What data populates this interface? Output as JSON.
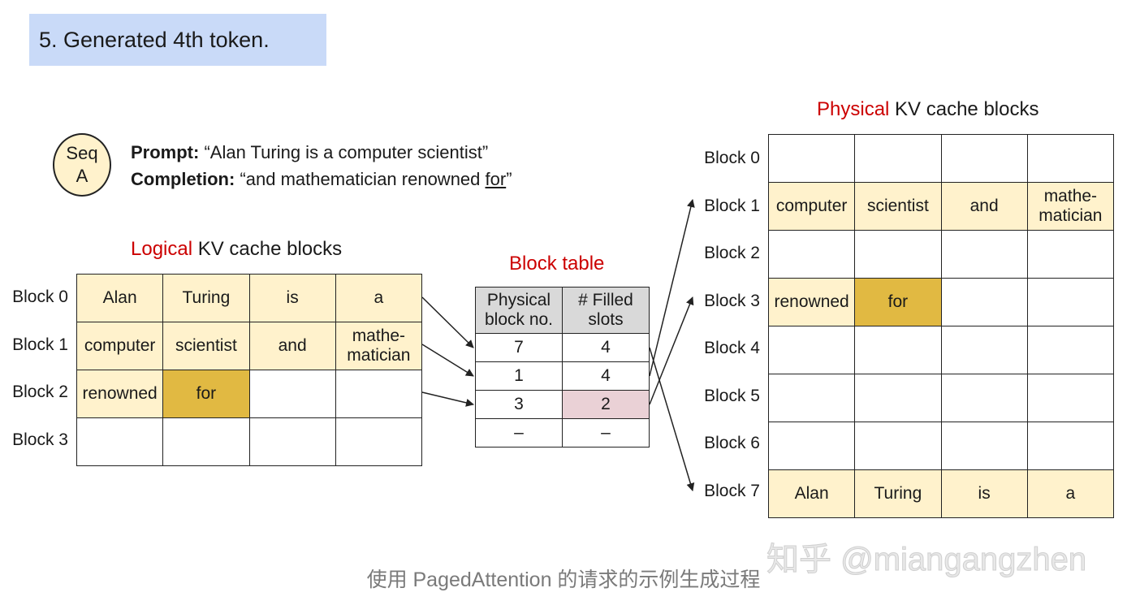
{
  "step_title": "5. Generated 4th token.",
  "seq": {
    "line1": "Seq",
    "line2": "A"
  },
  "prompt": {
    "label": "Prompt:",
    "text": "“Alan Turing is a computer scientist”"
  },
  "completion": {
    "label": "Completion:",
    "text_before": "“and mathematician renowned ",
    "underlined": "for",
    "text_after": "”"
  },
  "logical": {
    "title_highlight": "Logical",
    "title_rest": " KV cache blocks",
    "row_labels": [
      "Block 0",
      "Block 1",
      "Block 2",
      "Block 3"
    ],
    "rows": [
      [
        "Alan",
        "Turing",
        "is",
        "a"
      ],
      [
        "computer",
        "scientist",
        "and",
        "mathe-\nmatician"
      ],
      [
        "renowned",
        "for",
        "",
        ""
      ],
      [
        "",
        "",
        "",
        ""
      ]
    ],
    "cell_state": [
      [
        "filled",
        "filled",
        "filled",
        "filled"
      ],
      [
        "filled",
        "filled",
        "filled",
        "filled"
      ],
      [
        "filled",
        "current",
        "empty",
        "empty"
      ],
      [
        "empty",
        "empty",
        "empty",
        "empty"
      ]
    ]
  },
  "block_table": {
    "title": "Block table",
    "headers": [
      "Physical block no.",
      "# Filled slots"
    ],
    "rows": [
      [
        "7",
        "4"
      ],
      [
        "1",
        "4"
      ],
      [
        "3",
        "2"
      ],
      [
        "–",
        "–"
      ]
    ]
  },
  "physical": {
    "title_highlight": "Physical",
    "title_rest": " KV cache blocks",
    "row_labels": [
      "Block 0",
      "Block 1",
      "Block 2",
      "Block 3",
      "Block 4",
      "Block 5",
      "Block 6",
      "Block 7"
    ],
    "rows": [
      [
        "",
        "",
        "",
        ""
      ],
      [
        "computer",
        "scientist",
        "and",
        "mathe-\nmatician"
      ],
      [
        "",
        "",
        "",
        ""
      ],
      [
        "renowned",
        "for",
        "",
        ""
      ],
      [
        "",
        "",
        "",
        ""
      ],
      [
        "",
        "",
        "",
        ""
      ],
      [
        "",
        "",
        "",
        ""
      ],
      [
        "Alan",
        "Turing",
        "is",
        "a"
      ]
    ],
    "cell_state": [
      [
        "empty",
        "empty",
        "empty",
        "empty"
      ],
      [
        "filled",
        "filled",
        "filled",
        "filled"
      ],
      [
        "empty",
        "empty",
        "empty",
        "empty"
      ],
      [
        "filled",
        "current",
        "empty",
        "empty"
      ],
      [
        "empty",
        "empty",
        "empty",
        "empty"
      ],
      [
        "empty",
        "empty",
        "empty",
        "empty"
      ],
      [
        "empty",
        "empty",
        "empty",
        "empty"
      ],
      [
        "filled",
        "filled",
        "filled",
        "filled"
      ]
    ]
  },
  "caption": "使用 PagedAttention 的请求的示例生成过程",
  "watermark": "知乎 @miangangzhen",
  "colors": {
    "filled": "#fff2cc",
    "current": "#e1b942",
    "pink": "#ead1d6",
    "header": "#d9d9d9",
    "accent_red": "#cc0000",
    "banner": "#c9daf8"
  }
}
